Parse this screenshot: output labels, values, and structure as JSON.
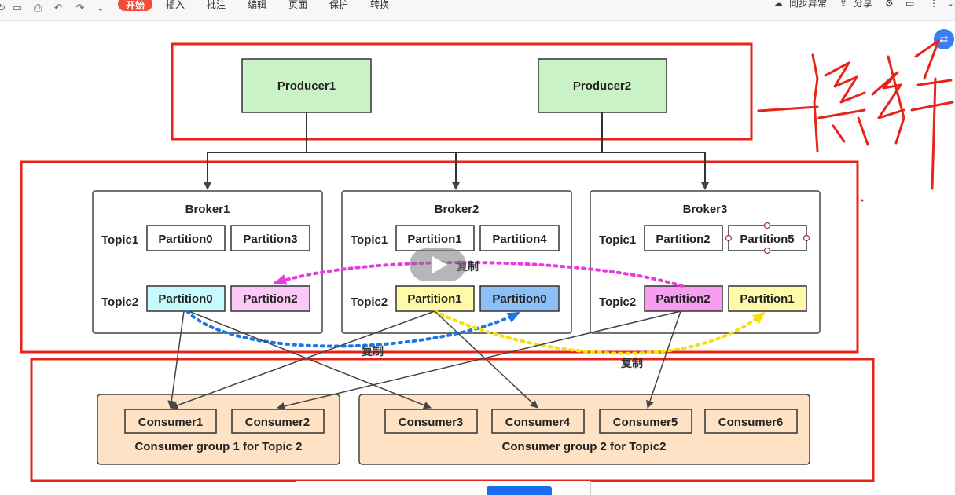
{
  "toolbar": {
    "tabs": [
      "开始",
      "插入",
      "批注",
      "编辑",
      "页面",
      "保护",
      "转换"
    ],
    "sync_label": "同步异常",
    "share_label": "分享"
  },
  "producers": [
    "Producer1",
    "Producer2"
  ],
  "brokers": [
    {
      "name": "Broker1",
      "topic1": {
        "label": "Topic1",
        "partitions": [
          "Partition0",
          "Partition3"
        ]
      },
      "topic2": {
        "label": "Topic2",
        "partitions": [
          "Partition0",
          "Partition2"
        ]
      }
    },
    {
      "name": "Broker2",
      "topic1": {
        "label": "Topic1",
        "partitions": [
          "Partition1",
          "Partition4"
        ]
      },
      "topic2": {
        "label": "Topic2",
        "partitions": [
          "Partition1",
          "Partition0"
        ]
      }
    },
    {
      "name": "Broker3",
      "topic1": {
        "label": "Topic1",
        "partitions": [
          "Partition2",
          "Partition5"
        ]
      },
      "topic2": {
        "label": "Topic2",
        "partitions": [
          "Partition2",
          "Partition1"
        ]
      }
    }
  ],
  "replication_label": "复制",
  "consumer_groups": [
    {
      "label": "Consumer group 1 for Topic 2",
      "consumers": [
        "Consumer1",
        "Consumer2"
      ]
    },
    {
      "label": "Consumer group 2 for Topic2",
      "consumers": [
        "Consumer3",
        "Consumer4",
        "Consumer5",
        "Consumer6"
      ]
    }
  ],
  "colors": {
    "producer_fill": "#c9f2c7",
    "group_fill": "#fde2c5",
    "cyan": "#c7fafd",
    "pink_light": "#fbc9f7",
    "yellow": "#fffaa8",
    "blue": "#8dbff7",
    "magenta": "#f79ef0",
    "annotation_red": "#e8231a",
    "arrow": "#444444"
  },
  "handwriting_note": "集群"
}
